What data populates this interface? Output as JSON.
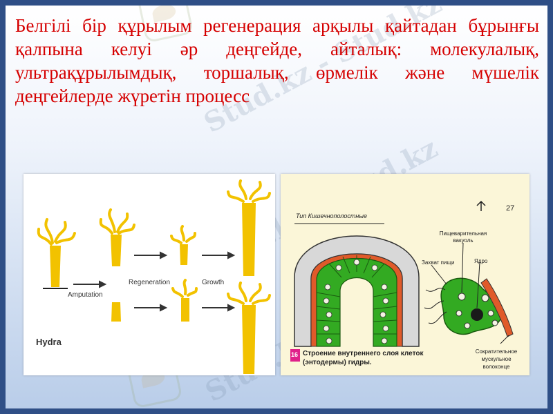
{
  "slide": {
    "body_text": "Белгілі бір құрылым регенерация арқылы қайтадан бұрынғы қалпына келуі әр деңгейде, айталық: молекулалық, ультрақұрылымдық, торшалық, өрмелік және мүшелік деңгейлерде жүретін процесс",
    "watermark": "Stud.kz",
    "watermark_separator": "-"
  },
  "hydra_figure": {
    "label_hydra": "Hydra",
    "label_amputation": "Amputation",
    "label_regeneration": "Regeneration",
    "label_growth": "Growth",
    "colors": {
      "body": "#f2c200",
      "arrow": "#333333"
    }
  },
  "cell_figure": {
    "header": "Тип Кишечнополостные",
    "page_number": "27",
    "label_vacuole": "Пищеварительная вакуоль",
    "label_capture": "Захват пищи",
    "label_nucleus": "Ядро",
    "label_muscle": "Сократительное мускульное волоконце",
    "figure_number": "16",
    "caption": "Строение внутреннего слоя клеток (энтодермы) гидры.",
    "colors": {
      "cells": "#33aa22",
      "background": "#fbf6d8",
      "accent": "#e05a2a",
      "badge": "#e0208a"
    }
  }
}
